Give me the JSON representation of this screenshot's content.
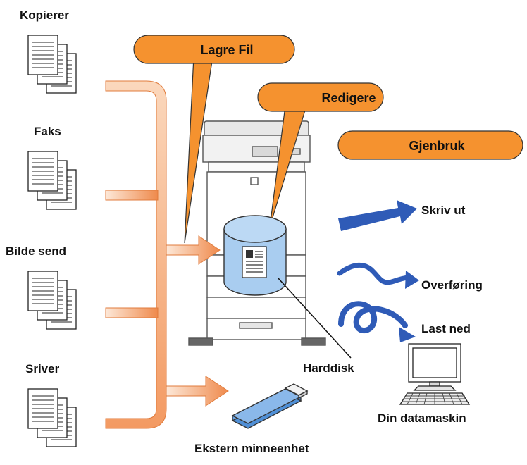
{
  "sources": {
    "copier": "Kopierer",
    "fax": "Faks",
    "image_send": "Bilde send",
    "printer": "Sriver"
  },
  "callouts": {
    "store_file": "Lagre Fil",
    "edit": "Redigere",
    "reuse": "Gjenbruk"
  },
  "actions": {
    "print": "Skriv ut",
    "transfer": "Overføring",
    "download": "Last ned"
  },
  "devices": {
    "hard_disk": "Harddisk",
    "external_memory": "Ekstern minneenhet",
    "computer": "Din datamaskin"
  },
  "colors": {
    "callout_fill": "#f5922f",
    "arrow_gradient_light": "#fbe5d4",
    "arrow_gradient_dark": "#f0894a",
    "cylinder_fill": "#a9cdf0",
    "usb_fill": "#6aa2e0",
    "action_arrow": "#2f5bb7"
  }
}
